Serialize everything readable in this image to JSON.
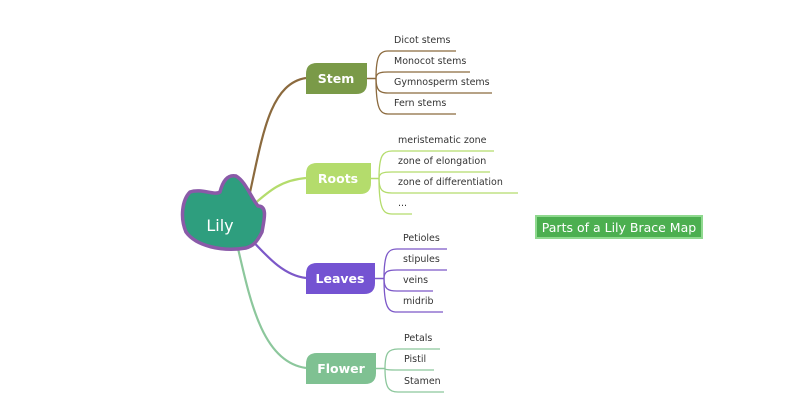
{
  "root": {
    "label": "Lily",
    "fill": "#2e9e7e",
    "border": "#8a5aa8"
  },
  "title_box": {
    "label": "Parts of a Lily Brace Map",
    "fill": "#4caf50"
  },
  "branches": [
    {
      "label": "Stem",
      "color": "#8b6a3e",
      "fill": "#7a9a48",
      "children": [
        "Dicot stems",
        "Monocot stems",
        "Gymnosperm stems",
        "Fern stems"
      ]
    },
    {
      "label": "Roots",
      "color": "#b4dc6c",
      "fill": "#b4dc6c",
      "children": [
        "meristematic zone",
        "zone of elongation",
        "zone of differentiation",
        "..."
      ]
    },
    {
      "label": "Leaves",
      "color": "#7c58c8",
      "fill": "#7453d2",
      "children": [
        "Petioles",
        "stipules",
        "veins",
        "midrib"
      ]
    },
    {
      "label": "Flower",
      "color": "#8cc79c",
      "fill": "#7fc192",
      "children": [
        "Petals",
        "Pistil",
        "Stamen"
      ]
    }
  ]
}
